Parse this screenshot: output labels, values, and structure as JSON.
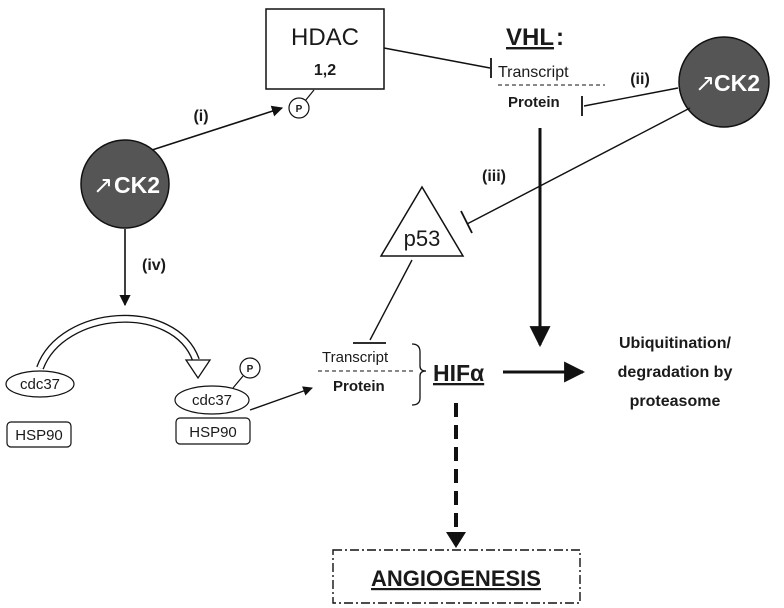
{
  "nodes": {
    "hdac": {
      "label": "HDAC",
      "sub": "1,2",
      "p": "P"
    },
    "vhl": {
      "label": "VHL",
      "colon": ":",
      "transcript": "Transcript",
      "protein": "Protein"
    },
    "ck2_left": {
      "arrow": "↗",
      "label": "CK2"
    },
    "ck2_right": {
      "arrow": "↗",
      "label": "CK2"
    },
    "p53": {
      "label": "p53"
    },
    "cdc37_left": {
      "label": "cdc37"
    },
    "hsp90_left": {
      "label": "HSP90"
    },
    "cdc37_right": {
      "label": "cdc37",
      "p": "P"
    },
    "hsp90_right": {
      "label": "HSP90"
    },
    "hif": {
      "label": "HIFα",
      "transcript": "Transcript",
      "protein": "Protein"
    },
    "ubiq": {
      "line1": "Ubiquitination/",
      "line2": "degradation by",
      "line3": "proteasome"
    },
    "angio": {
      "label": "ANGIOGENESIS"
    }
  },
  "pathways": {
    "i": "(i)",
    "ii": "(ii)",
    "iii": "(iii)",
    "iv": "(iv)"
  },
  "colors": {
    "circle_fill": "#555555",
    "line": "#111111",
    "text": "#1a1a1a"
  }
}
